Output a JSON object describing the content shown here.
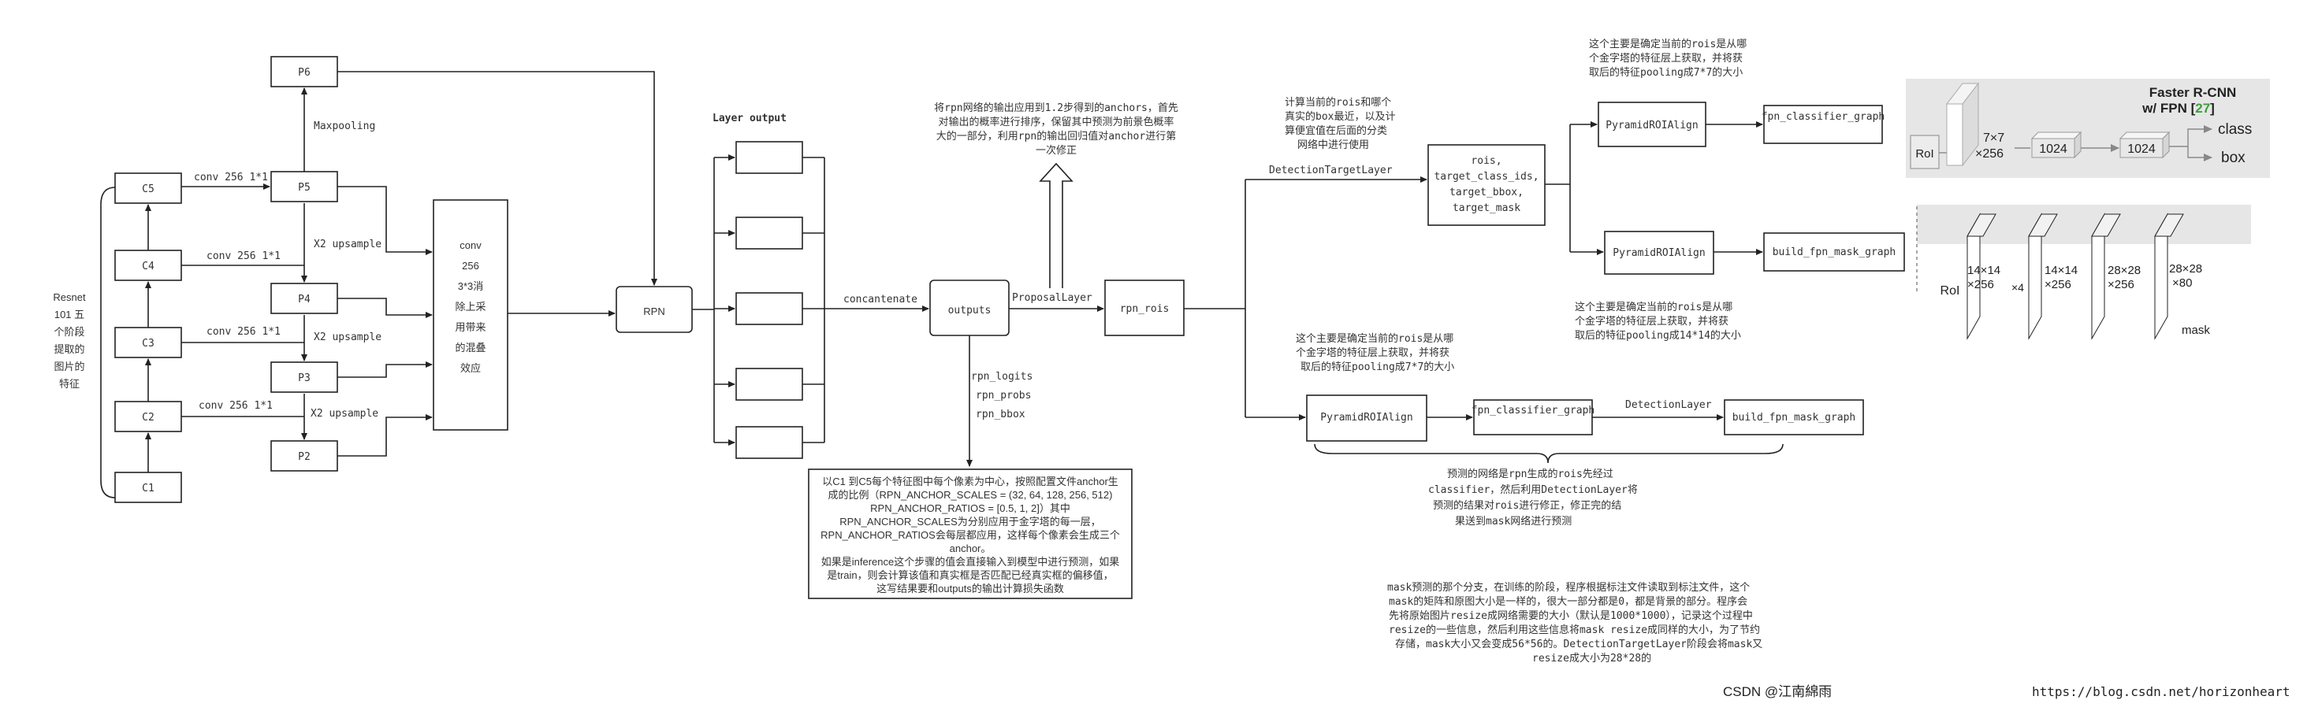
{
  "backbone": {
    "caption": [
      "Resnet",
      "101 五",
      "个阶段",
      "提取的",
      "图片的",
      "特征"
    ],
    "stages": [
      "C1",
      "C2",
      "C3",
      "C4",
      "C5"
    ]
  },
  "fpn": {
    "levels": [
      "P2",
      "P3",
      "P4",
      "P5",
      "P6"
    ],
    "conv_labels": [
      "conv 256 1*1",
      "conv 256 1*1",
      "conv 256 1*1",
      "conv 256 1*1"
    ],
    "upsample_labels": [
      "X2 upsample",
      "X2 upsample",
      "X2 upsample"
    ],
    "maxpool_label": "Maxpooling",
    "smooth_box": [
      "conv",
      "256",
      "3*3消",
      "除上采",
      "用带来",
      "的混叠",
      "效应"
    ]
  },
  "rpn": {
    "label": "RPN",
    "layer_output_title": "Layer output",
    "concat_label": "concantenate",
    "outputs_label": "outputs",
    "output_names": [
      "rpn_logits",
      "rpn_probs",
      "rpn_bbox"
    ],
    "anchor_note": [
      "以C1 到C5每个特征图中每个像素为中心，按照配置文件anchor生",
      "成的比例（RPN_ANCHOR_SCALES = (32, 64, 128, 256, 512)",
      "RPN_ANCHOR_RATIOS = [0.5, 1, 2]）其中",
      "RPN_ANCHOR_SCALES为分别应用于金字塔的每一层，",
      "RPN_ANCHOR_RATIOS会每层都应用，这样每个像素会生成三个",
      "anchor。",
      "如果是inference这个步骤的值会直接输入到模型中进行预测，如果",
      "是train，则会计算该值和真实框是否匹配已经真实框的偏移值，",
      "这写结果要和outputs的输出计算损失函数"
    ]
  },
  "proposal": {
    "label": "ProposalLayer",
    "rois_label": "rpn_rois",
    "note": [
      "将rpn网络的输出应用到1.2步得到的anchors，首先",
      "对输出的概率进行排序，保留其中预测为前景色概率",
      "大的一部分，利用rpn的输出回归值对anchor进行第",
      "一次修正"
    ]
  },
  "target": {
    "layer_label": "DetectionTargetLayer",
    "note": [
      "计算当前的rois和哪个",
      "真实的box最近，以及计",
      "算便宜值在后面的分类",
      "网络中进行使用"
    ],
    "box": [
      "rois,",
      "target_class_ids,",
      "target_bbox,",
      "target_mask"
    ]
  },
  "train_head": {
    "roialign_label": "PyramidROIAlign",
    "class_head": "fpn_classifier_graph",
    "mask_head": "build_fpn_mask_graph",
    "note_top": [
      "这个主要是确定当前的rois是从哪",
      "个金字塔的特征层上获取，并将获",
      "取后的特征pooling成7*7的大小"
    ],
    "note_mid": [
      "这个主要是确定当前的rois是从哪",
      "个金字塔的特征层上获取，并将获",
      "取后的特征pooling成14*14的大小"
    ]
  },
  "infer_head": {
    "roialign_label": "PyramidROIAlign",
    "class_head": "fpn_classifier_graph",
    "detection_label": "DetectionLayer",
    "mask_head": "build_fpn_mask_graph",
    "note": [
      "这个主要是确定当前的rois是从哪",
      "个金字塔的特征层上获取，并将获",
      "取后的特征pooling成7*7的大小"
    ],
    "brace_note": [
      "预测的网络是rpn生成的rois先经过",
      "classifier，然后利用DetectionLayer将",
      "预测的结果对rois进行修正，修正完的结",
      "果送到mask网络进行预测"
    ]
  },
  "mask_note": [
    "mask预测的那个分支，在训练的阶段，程序根据标注文件读取到标注文件，这个",
    "mask的矩阵和原图大小是一样的，很大一部分都是0，都是背景的部分。程序会",
    "先将原始图片resize成网络需要的大小（默认是1000*1000），记录这个过程中",
    "resize的一些信息，然后利用这些信息将mask resize成同样的大小，为了节约",
    "存储，mask大小又会变成56*56的。DetectionTargetLayer阶段会将mask又",
    "resize成大小为28*28的"
  ],
  "inset": {
    "title_line1": "Faster R-CNN",
    "title_line2": "w/ FPN [",
    "title_ref": "27",
    "title_end": "]",
    "roi": "RoI",
    "class_block": [
      "7×7",
      "×256"
    ],
    "fc1": "1024",
    "fc2": "1024",
    "class_out": "class",
    "box_out": "box",
    "mask_blocks": [
      [
        "14×14",
        "×256"
      ],
      [
        "14×14",
        "×256"
      ],
      [
        "28×28",
        "×256"
      ],
      [
        "28×28",
        "×80"
      ]
    ],
    "x4": "×4",
    "mask_out": "mask",
    "ref_color": "#3aa03a"
  },
  "watermark": {
    "csdn": "CSDN @江南綿雨",
    "url": "https://blog.csdn.net/horizonheart"
  }
}
